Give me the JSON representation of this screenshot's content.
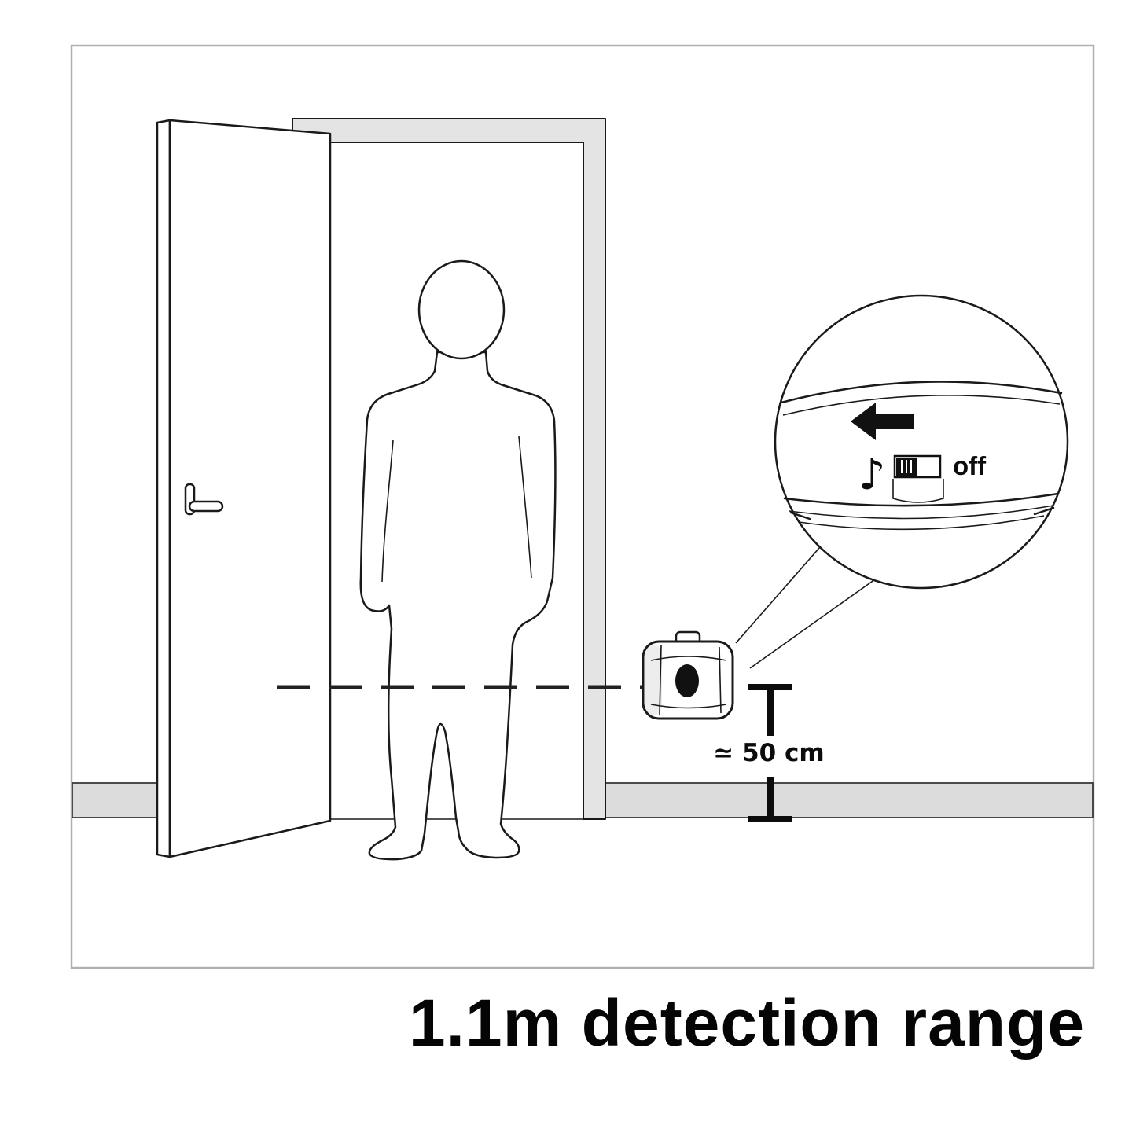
{
  "illustration": {
    "caption": "1.1m detection range",
    "callout": {
      "off_label": "off",
      "music_note": "♪"
    },
    "measurement": {
      "distance_label": "≃ 50 cm"
    }
  },
  "colors": {
    "line": "#1a1a1a",
    "baseboard_gray": "#dcdcdc",
    "frame_gray": "#e4e4e4",
    "background": "#ffffff"
  }
}
